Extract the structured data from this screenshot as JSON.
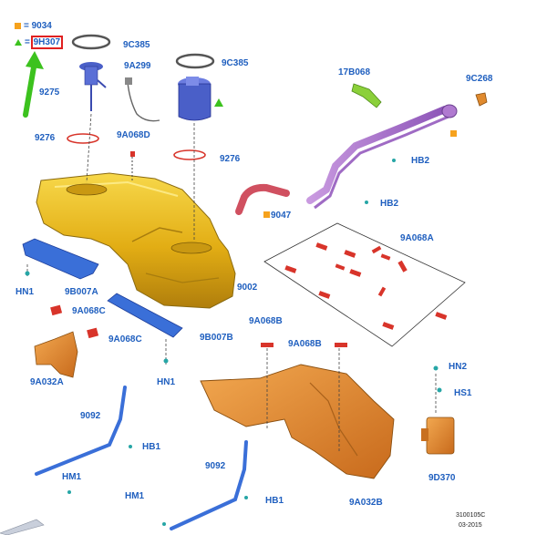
{
  "legend": [
    {
      "symbol": "square-icon",
      "eq": "=",
      "code": "9034",
      "color": "#f6a21d"
    },
    {
      "symbol": "triangle-icon",
      "eq": "=",
      "code": "9H307",
      "color": "#3cc21e",
      "highlighted": true
    }
  ],
  "labels": {
    "l_9C385a": "9C385",
    "l_9C385b": "9C385",
    "l_9A299": "9A299",
    "l_9275": "9275",
    "l_9276a": "9276",
    "l_9A068D": "9A068D",
    "l_9276b": "9276",
    "l_17B068": "17B068",
    "l_9C268": "9C268",
    "l_HB2a": "HB2",
    "l_HB2b": "HB2",
    "l_9047": "9047",
    "l_9A068A": "9A068A",
    "l_9002": "9002",
    "l_HN1a": "HN1",
    "l_9B007A": "9B007A",
    "l_9A068Ca": "9A068C",
    "l_9A068Cb": "9A068C",
    "l_9B007B": "9B007B",
    "l_9A032A": "9A032A",
    "l_HN1b": "HN1",
    "l_9A068Ba": "9A068B",
    "l_9A068Bb": "9A068B",
    "l_HN2": "HN2",
    "l_HS1": "HS1",
    "l_9092a": "9092",
    "l_HB1a": "HB1",
    "l_HM1a": "HM1",
    "l_9092b": "9092",
    "l_HB1b": "HB1",
    "l_HM1b": "HM1",
    "l_9A032B": "9A032B",
    "l_9D370": "9D370"
  },
  "footer": {
    "line1": "3100105C",
    "line2": "03-2015"
  },
  "colors": {
    "label_blue": "#1f5fbf",
    "tank_gold": "#e8b81a",
    "shield_orange": "#e08a2e",
    "bracket_blue": "#3a6fd8",
    "filler_purple": "#b07ad0",
    "seal_red": "#d8342a",
    "pump_blue": "#4a5fc8",
    "arrow_green": "#3cc21e"
  }
}
